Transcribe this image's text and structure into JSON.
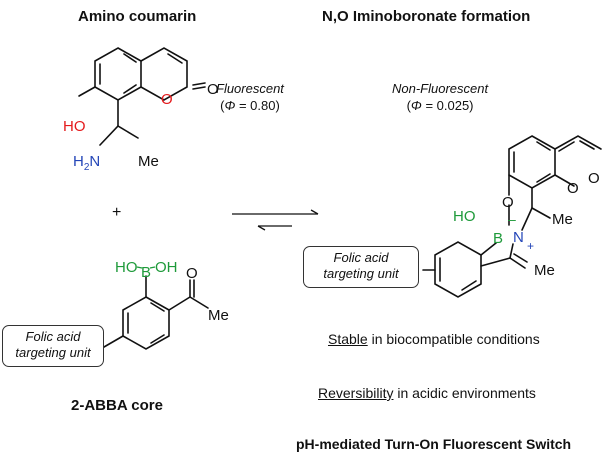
{
  "headings": {
    "left": "Amino coumarin",
    "right": "N,O Iminoboronate formation",
    "core": "2-ABBA core",
    "footer": "pH-mediated Turn-On Fluorescent Switch"
  },
  "fluorescence": {
    "left_state": "Fluorescent",
    "left_value": "= 0.80)",
    "right_state": "Non-Fluorescent",
    "right_value": "= 0.025)",
    "symbol": "Φ",
    "open_paren": "("
  },
  "plus_sign": "+",
  "atoms": {
    "hydroxyl": "HO",
    "amine_h": "H",
    "amine_sub": "2",
    "amine_n": "N",
    "methyl": "Me",
    "ring_oxygen": "O",
    "carbonyl_oxygen": "O",
    "boron": "B",
    "boronic_oh_left": "HO",
    "boronic_oh_right": "OH",
    "nitrogen": "N",
    "minus": "–",
    "plus": "+"
  },
  "boxes": {
    "targeting_line1": "Folic acid",
    "targeting_line2": "targeting unit"
  },
  "statements": [
    {
      "underlined": "Stable",
      "rest": " in biocompatible conditions"
    },
    {
      "underlined": "Reversibility",
      "rest": " in acidic environments"
    }
  ],
  "colors": {
    "oxygen_red": "#e41a1c",
    "nitrogen_blue": "#2446b8",
    "boron_green": "#1e9a3a",
    "bond": "#111111"
  }
}
